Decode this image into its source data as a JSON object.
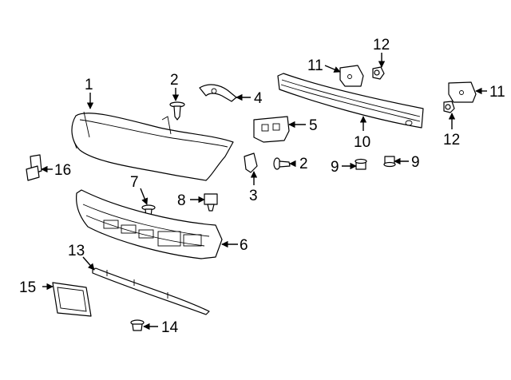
{
  "diagram": {
    "callouts": [
      {
        "id": "c1",
        "label": "1"
      },
      {
        "id": "c2a",
        "label": "2"
      },
      {
        "id": "c2b",
        "label": "2"
      },
      {
        "id": "c3",
        "label": "3"
      },
      {
        "id": "c4",
        "label": "4"
      },
      {
        "id": "c5",
        "label": "5"
      },
      {
        "id": "c6",
        "label": "6"
      },
      {
        "id": "c7",
        "label": "7"
      },
      {
        "id": "c8",
        "label": "8"
      },
      {
        "id": "c9a",
        "label": "9"
      },
      {
        "id": "c9b",
        "label": "9"
      },
      {
        "id": "c10",
        "label": "10"
      },
      {
        "id": "c11a",
        "label": "11"
      },
      {
        "id": "c11b",
        "label": "11"
      },
      {
        "id": "c12a",
        "label": "12"
      },
      {
        "id": "c12b",
        "label": "12"
      },
      {
        "id": "c13",
        "label": "13"
      },
      {
        "id": "c14",
        "label": "14"
      },
      {
        "id": "c15",
        "label": "15"
      },
      {
        "id": "c16",
        "label": "16"
      }
    ],
    "parts": [
      {
        "id": "p1",
        "icon": "bumper-cover-icon"
      },
      {
        "id": "p2a",
        "icon": "push-pin-icon"
      },
      {
        "id": "p2b",
        "icon": "push-pin-icon"
      },
      {
        "id": "p3",
        "icon": "guide-icon"
      },
      {
        "id": "p4",
        "icon": "bracket-icon"
      },
      {
        "id": "p5",
        "icon": "bracket-icon"
      },
      {
        "id": "p6",
        "icon": "lower-cover-icon"
      },
      {
        "id": "p7",
        "icon": "retainer-icon"
      },
      {
        "id": "p8",
        "icon": "retainer-icon"
      },
      {
        "id": "p9a",
        "icon": "bolt-icon"
      },
      {
        "id": "p9b",
        "icon": "bolt-icon"
      },
      {
        "id": "p10",
        "icon": "impact-bar-icon"
      },
      {
        "id": "p11a",
        "icon": "bracket-icon"
      },
      {
        "id": "p11b",
        "icon": "bracket-icon"
      },
      {
        "id": "p12a",
        "icon": "bolt-icon"
      },
      {
        "id": "p12b",
        "icon": "bolt-icon"
      },
      {
        "id": "p13",
        "icon": "molding-icon"
      },
      {
        "id": "p14",
        "icon": "retainer-icon"
      },
      {
        "id": "p15",
        "icon": "license-bracket-icon"
      },
      {
        "id": "p16",
        "icon": "sensor-icon"
      }
    ]
  }
}
